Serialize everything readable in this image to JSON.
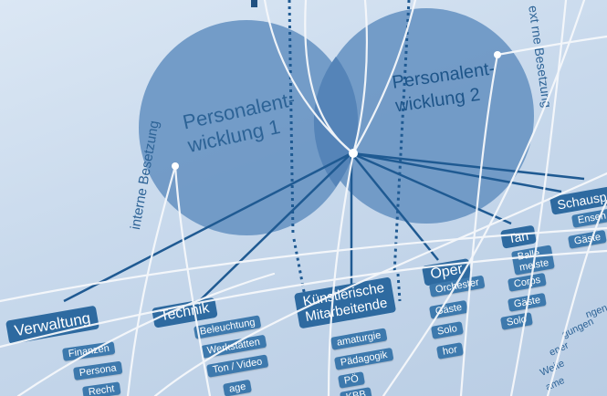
{
  "colors": {
    "background": "#c9d8ea",
    "circle": "#6d97c4",
    "overlap": "#4f7fb3",
    "line": "#1f5a92",
    "label": "#2e6aa0",
    "string": "#ffffff"
  },
  "circles": {
    "left": "Personalent-\nwicklung 1",
    "right": "Personalent-\nwicklung 2"
  },
  "side_labels": {
    "internal": "interne Besetzung",
    "external": "ext rne Besetzung"
  },
  "departments": [
    {
      "label": "Verwaltung",
      "items": [
        "Finanzen",
        "Persona",
        "Recht"
      ]
    },
    {
      "label": "Technik",
      "items": [
        "Beleuchtung",
        "Werkstätten",
        "Ton / Video",
        "age"
      ]
    },
    {
      "label": "Künstlerische\nMitarbeitende",
      "items": [
        "amaturgie",
        "Pädagogik",
        "PÖ",
        "KBB"
      ]
    },
    {
      "label": "Oper",
      "items": [
        "Orchester",
        "Gäste",
        "Solo",
        "hor"
      ]
    },
    {
      "label": "Tan",
      "items": [
        "Balle\nmeiste",
        "Corps",
        "Gäste",
        "Solo"
      ]
    },
    {
      "label": "Schausp",
      "items": [
        "Ensen",
        "Gäste"
      ]
    }
  ],
  "bottom_right_text": [
    "ngen",
    "gungen",
    "ener",
    "Weite",
    "ame"
  ]
}
